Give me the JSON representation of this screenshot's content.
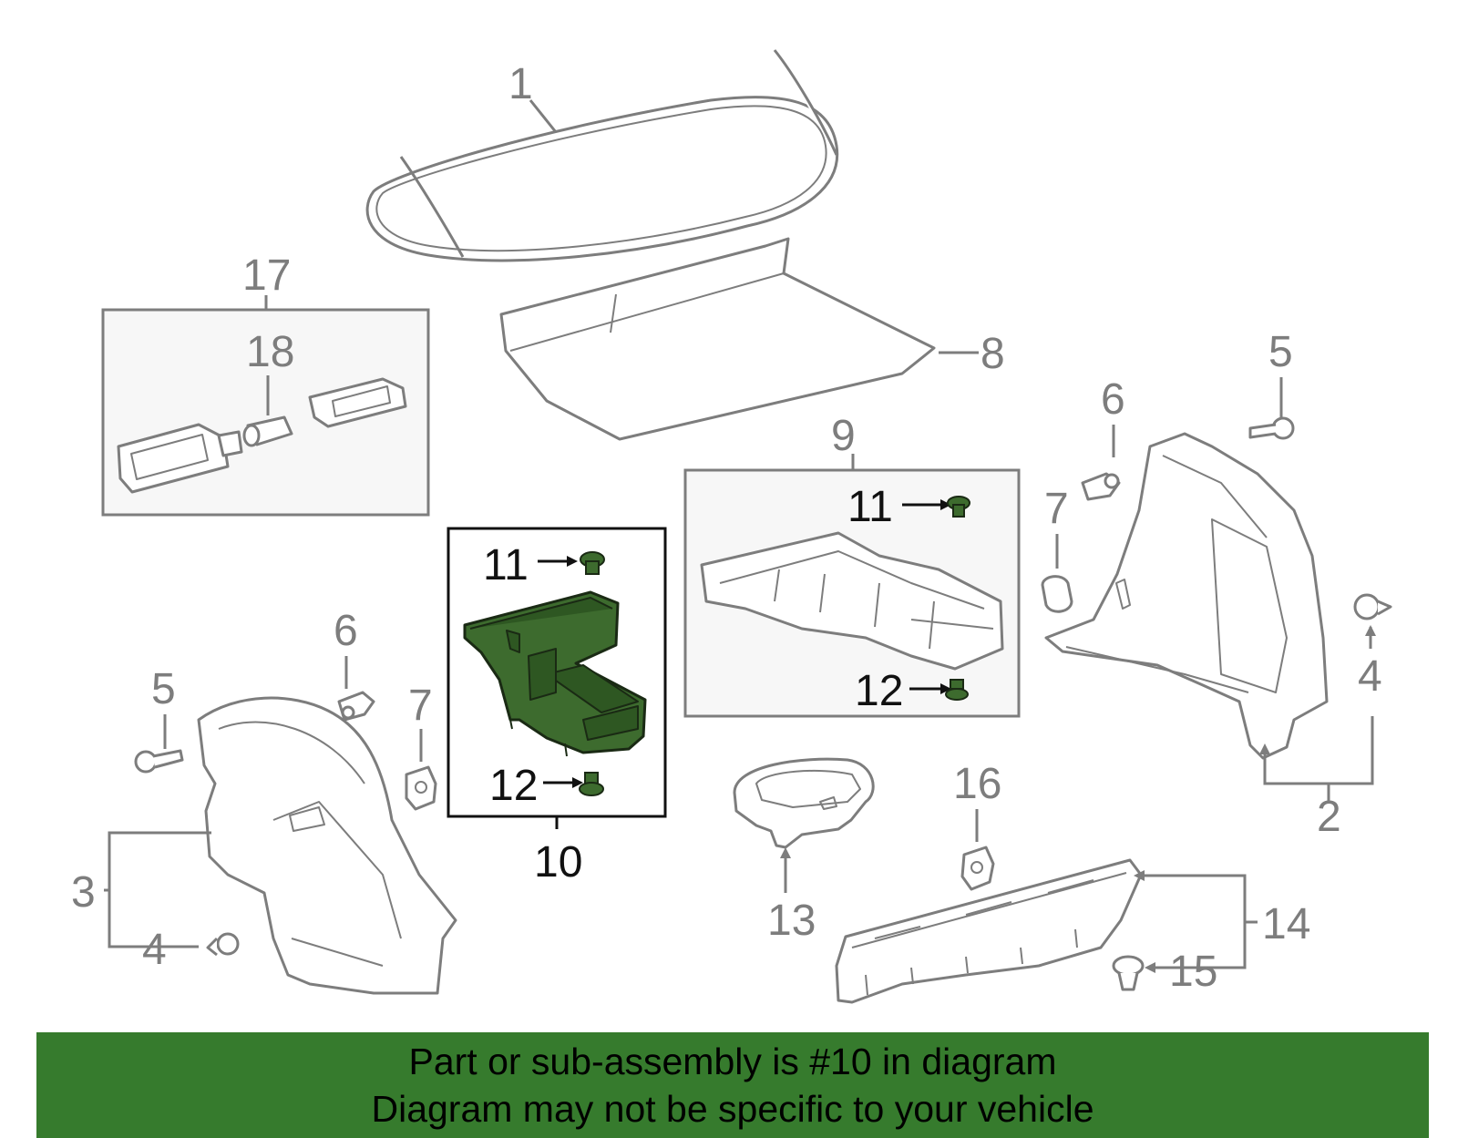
{
  "diagram": {
    "highlight_color": "#367b2d",
    "part_color": "#7d7d7d",
    "callouts": {
      "c1": "1",
      "c2": "2",
      "c3": "3",
      "c4a": "4",
      "c4b": "4",
      "c5a": "5",
      "c5b": "5",
      "c6a": "6",
      "c6b": "6",
      "c7a": "7",
      "c7b": "7",
      "c8": "8",
      "c9": "9",
      "c10": "10",
      "c11a": "11",
      "c11b": "11",
      "c12a": "12",
      "c12b": "12",
      "c13": "13",
      "c14": "14",
      "c15": "15",
      "c16": "16",
      "c17": "17",
      "c18": "18"
    }
  },
  "banner": {
    "line1": "Part or sub-assembly is #10 in diagram",
    "line2": "Diagram may not be specific to your vehicle"
  }
}
